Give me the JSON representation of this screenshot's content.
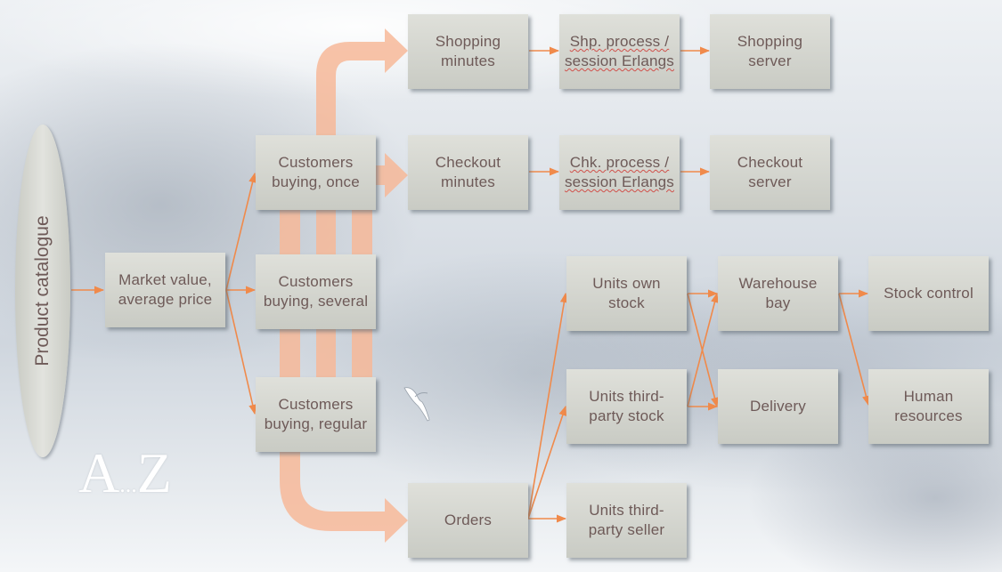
{
  "catalogue": {
    "label": "Product catalogue"
  },
  "watermark": {
    "a": "A",
    "dots": "...",
    "z": "Z"
  },
  "boxes": {
    "market": [
      "Market value,",
      "average price"
    ],
    "once": [
      "Customers",
      "buying, once"
    ],
    "several": [
      "Customers",
      "buying, several"
    ],
    "regular": [
      "Customers",
      "buying, regular"
    ],
    "shopping_minutes": [
      "Shopping",
      "minutes"
    ],
    "shp_process": [
      "Shp. process /",
      "session Erlangs"
    ],
    "shopping_server": [
      "Shopping",
      "server"
    ],
    "checkout_minutes": [
      "Checkout",
      "minutes"
    ],
    "chk_process": [
      "Chk. process /",
      "session Erlangs"
    ],
    "checkout_server": [
      "Checkout",
      "server"
    ],
    "orders": [
      "Orders"
    ],
    "units_own": [
      "Units own",
      "stock"
    ],
    "units_third_stock": [
      "Units third-",
      "party stock"
    ],
    "units_third_seller": [
      "Units third-",
      "party seller"
    ],
    "warehouse": [
      "Warehouse",
      "bay"
    ],
    "delivery": [
      "Delivery"
    ],
    "stock_control": [
      "Stock control"
    ],
    "human_resources": [
      "Human",
      "resources"
    ]
  },
  "colors": {
    "arrow": "#f08a4b",
    "flow": "#f7b999",
    "box_text": "#6e5a58"
  }
}
